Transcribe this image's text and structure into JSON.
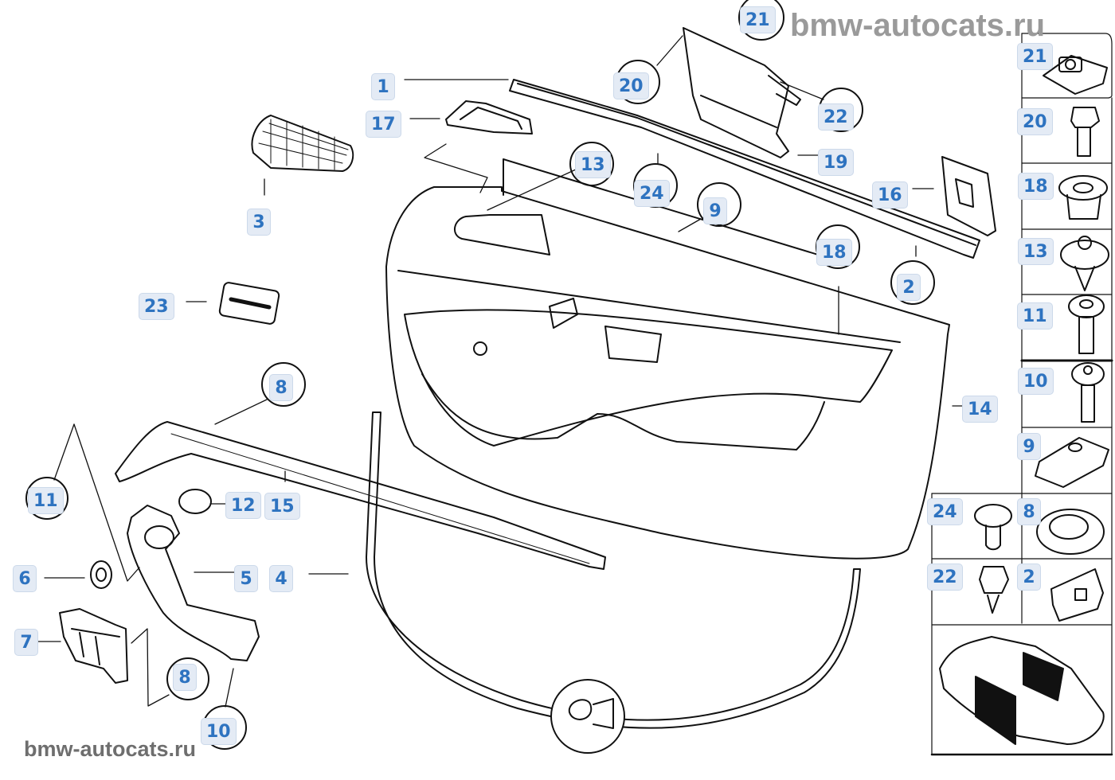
{
  "watermarks": {
    "top": "bmw-autocats.ru",
    "bottom": "bmw-autocats.ru"
  },
  "diagram": {
    "callouts": {
      "c1": "1",
      "c17": "17",
      "c3": "3",
      "c23": "23",
      "c13": "13",
      "c20": "20",
      "c21": "21",
      "c22": "22",
      "c19": "19",
      "c24": "24",
      "c9": "9",
      "c16": "16",
      "c18": "18",
      "c2": "2",
      "c14": "14",
      "c8a": "8",
      "c11": "11",
      "c12": "12",
      "c15": "15",
      "c6": "6",
      "c5": "5",
      "c4": "4",
      "c7": "7",
      "c8b": "8",
      "c10": "10"
    },
    "sidebar": {
      "items": [
        {
          "label": "21",
          "icon": "clip-nut-icon"
        },
        {
          "label": "20",
          "icon": "hex-bolt-icon"
        },
        {
          "label": "18",
          "icon": "expanding-nut-icon"
        },
        {
          "label": "13",
          "icon": "plastic-rivet-icon"
        },
        {
          "label": "11",
          "icon": "collar-screw-icon"
        },
        {
          "label": "10",
          "icon": "pan-screw-icon"
        },
        {
          "label": "9",
          "icon": "spring-nut-icon"
        },
        {
          "label": "24",
          "icon": "push-clip-icon"
        },
        {
          "label": "8",
          "icon": "grommet-icon"
        },
        {
          "label": "22",
          "icon": "tapping-screw-icon"
        },
        {
          "label": "2",
          "icon": "retainer-clip-icon"
        }
      ],
      "vehicle_icon": "car-location-icon"
    }
  }
}
